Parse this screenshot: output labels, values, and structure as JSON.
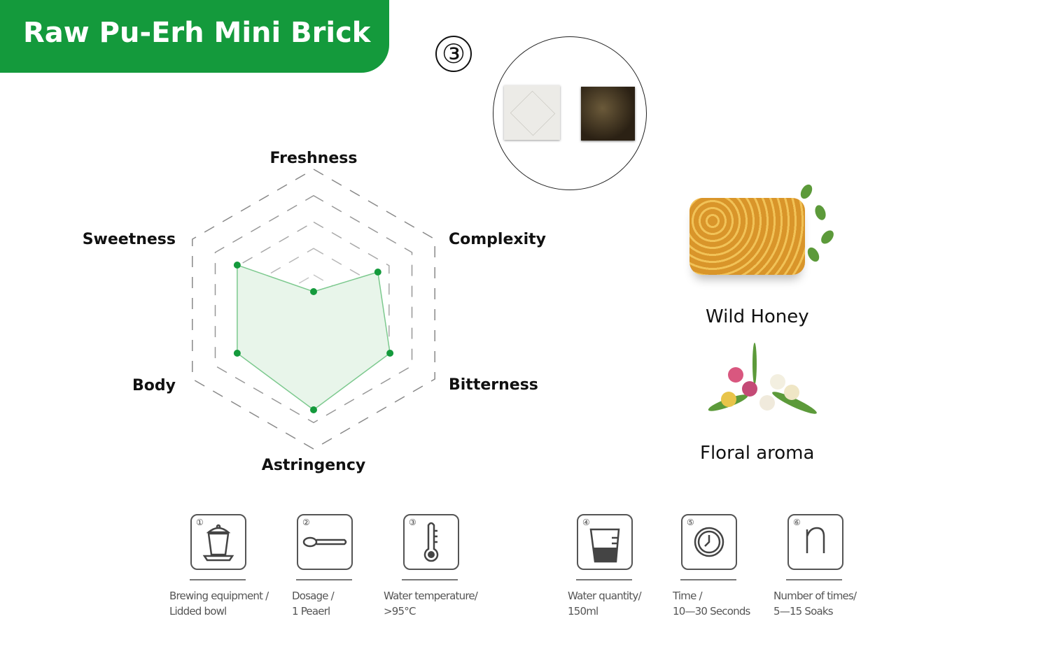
{
  "header": {
    "title": "Raw Pu-Erh Mini Brick",
    "step": "③"
  },
  "chart_data": {
    "type": "radar",
    "title": "",
    "axes": [
      "Freshness",
      "Complexity",
      "Bitterness",
      "Astringency",
      "Body",
      "Sweetness"
    ],
    "values": [
      0.125,
      0.53,
      0.63,
      0.72,
      0.63,
      0.63
    ],
    "range": [
      0,
      1
    ],
    "rings": 5,
    "grid": true,
    "colors": {
      "fill": "#e8f5ea",
      "line": "#7cc98e",
      "point": "#149a3c",
      "grid": "#888888"
    }
  },
  "aromas": [
    {
      "label": "Wild Honey",
      "icon": "honeycomb-image"
    },
    {
      "label": "Floral aroma",
      "icon": "flowers-image"
    }
  ],
  "brewing": [
    {
      "num": "①",
      "icon": "lidded-bowl-icon",
      "title": "Brewing equipment /",
      "value": "Lidded bowl"
    },
    {
      "num": "②",
      "icon": "spoon-icon",
      "title": "Dosage /",
      "value": "1 Peaerl"
    },
    {
      "num": "③",
      "icon": "thermometer-icon",
      "title": "Water temperature/",
      "value": ">95°C"
    },
    {
      "num": "④",
      "icon": "measuring-cup-icon",
      "title": "Water quantity/",
      "value": "150ml"
    },
    {
      "num": "⑤",
      "icon": "clock-icon",
      "title": "Time /",
      "value": "10—30 Seconds"
    },
    {
      "num": "⑥",
      "icon": "soaks-n-icon",
      "title": "Number of times/",
      "value": "5—15 Soaks"
    }
  ]
}
